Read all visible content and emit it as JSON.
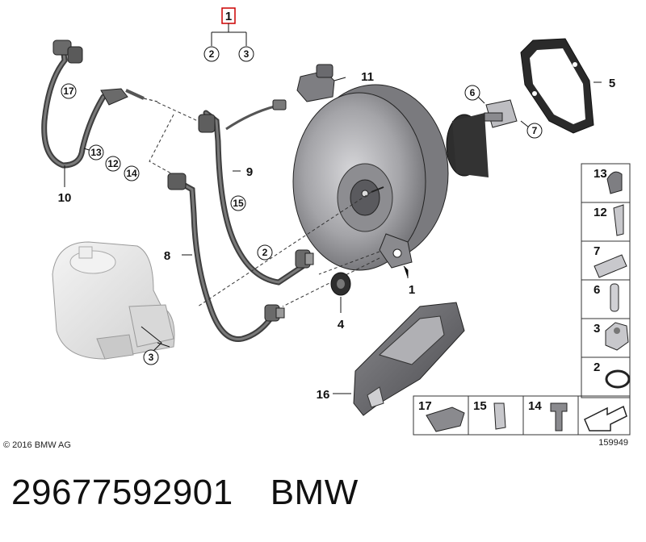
{
  "callouts": {
    "c1_top": "1",
    "c2_top": "2",
    "c3_top": "3",
    "c5": "5",
    "c6": "6",
    "c7": "7",
    "c8": "8",
    "c9": "9",
    "c10": "10",
    "c11": "11",
    "c12": "12",
    "c13": "13",
    "c14": "14",
    "c15": "15",
    "c16": "16",
    "c17": "17",
    "c2_mid": "2",
    "c3_low": "3",
    "c4": "4",
    "c1_low": "1"
  },
  "legend": {
    "right": [
      "13",
      "12",
      "7",
      "6",
      "3",
      "2"
    ],
    "bottom": [
      "17",
      "15",
      "14"
    ]
  },
  "copyright": "© 2016 BMW AG",
  "diagram_number": "159949",
  "part_number": "29677592901",
  "brand": "BMW",
  "colors": {
    "line": "#111111",
    "highlight": "#cc0000",
    "metal": "#9a9a9e",
    "hose": "#5a5a5a",
    "reservoir": "#e6e6e6"
  }
}
